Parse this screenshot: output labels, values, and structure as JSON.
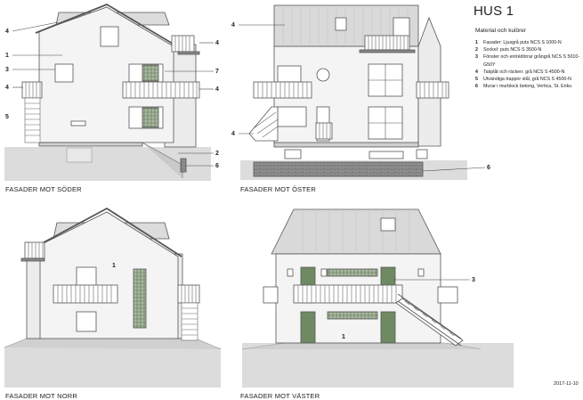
{
  "title": "HUS 1",
  "subtitle": "Material och kulörer",
  "legend": [
    {
      "num": "1",
      "text": "Fasader: Ljusgrå puts NCS S 1000-N"
    },
    {
      "num": "2",
      "text": "Sockel: puts NCS S 3500-N"
    },
    {
      "num": "3",
      "text": "Fönster och entrédörrar grångrå NCS S 5010-G50Y"
    },
    {
      "num": "4",
      "text": "Takplåt och räcken: grå NCS S 4500-N"
    },
    {
      "num": "5",
      "text": "Utvändiga trappor stål, grå NCS S 4500-N"
    },
    {
      "num": "6",
      "text": "Murar i murblock betong, Vertica, St. Eriks."
    }
  ],
  "captions": {
    "south": "FASADER MOT SÖDER",
    "east": "FASADER MOT ÖSTER",
    "north": "FASADER MOT NORR",
    "west": "FASADER MOT VÄSTER"
  },
  "callouts": {
    "south": [
      "4",
      "1",
      "3",
      "7",
      "4",
      "4",
      "5",
      "4",
      "2",
      "6"
    ],
    "east": [
      "4",
      "4",
      "6"
    ],
    "north": [
      "1"
    ],
    "west": [
      "3",
      "1"
    ]
  },
  "date": "2017-11-10",
  "colors": {
    "facade": "#f4f4f4",
    "line": "#555555",
    "roof": "#d9d9d9",
    "ground": "#dcdcdc",
    "door": "#6f8a63",
    "wall_block": "#8e8e8e"
  }
}
